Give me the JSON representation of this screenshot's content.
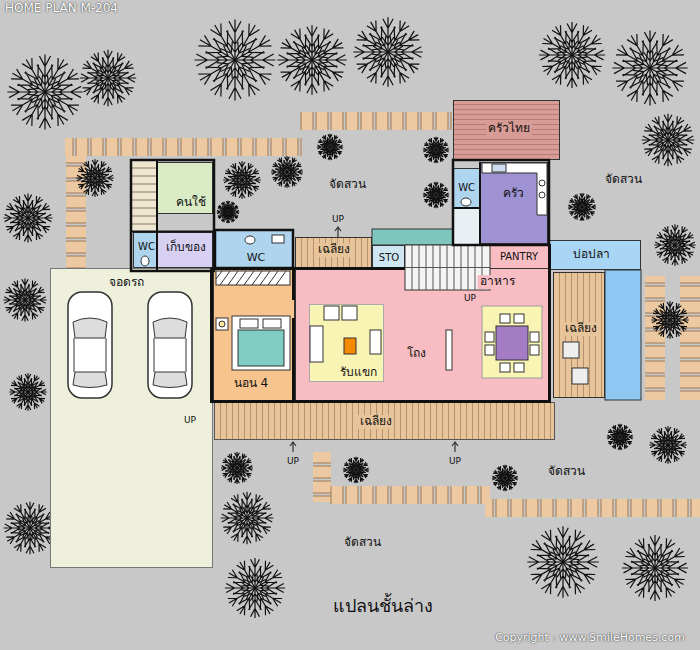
{
  "diagram": {
    "title": "HOME PLAN M-204",
    "caption": "แปลนชั้นล่าง",
    "nodes": [
      {
        "text": [
          "ครัวไทย"
        ]
      },
      {
        "text": [
          "คนใช้"
        ]
      },
      {
        "text": [
          "ครัว"
        ]
      },
      {
        "text": [
          "WC"
        ]
      },
      {
        "text": [
          "WC"
        ]
      },
      {
        "text": [
          "เก็บของ"
        ]
      },
      {
        "text": [
          "WC"
        ]
      },
      {
        "text": [
          "เฉลียง"
        ]
      },
      {
        "text": [
          "STO"
        ]
      },
      {
        "text": [
          "บ่อปลา"
        ]
      },
      {
        "text": [
          "จอดรถ"
        ]
      },
      {
        "text": [
          "โถง"
        ]
      },
      {
        "text": [
          "รับแขก"
        ],
        "in": 11
      },
      {
        "text": [
          "นอน 4"
        ]
      },
      {
        "text": [
          "เฉลียง"
        ]
      },
      {
        "text": [
          "เฉลียง"
        ]
      }
    ],
    "labels": [
      "จัดสวน",
      "จัดสวน",
      "UP",
      "PANTRY",
      "UP",
      "อาหาร",
      "UP",
      "UP",
      "UP",
      "จัดสวน",
      "จัดสวน",
      "Copyright : www.SmileHomes.com"
    ]
  }
}
